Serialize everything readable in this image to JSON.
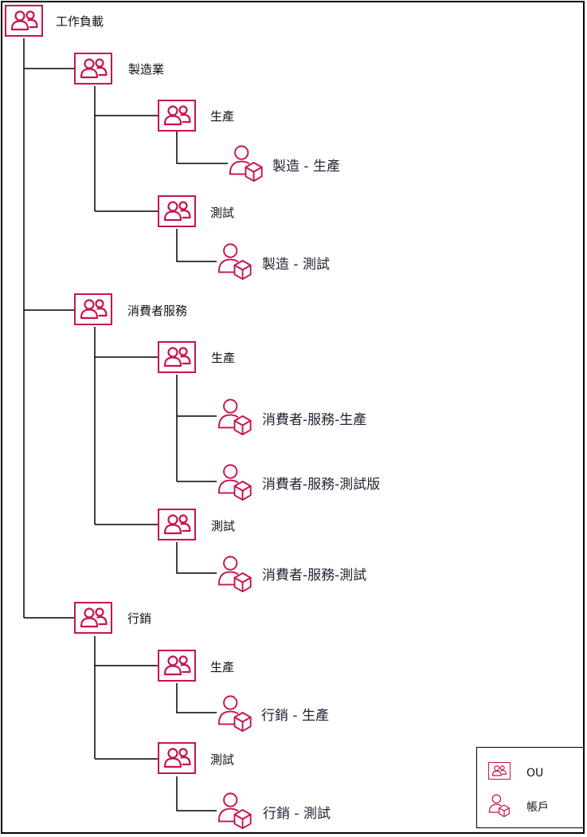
{
  "diagram": {
    "root": {
      "label": "工作負載"
    },
    "ous": [
      {
        "label": "製造業",
        "children": [
          {
            "label": "生產",
            "accounts": [
              "製造 - 生產"
            ]
          },
          {
            "label": "測試",
            "accounts": [
              "製造 - 測試"
            ]
          }
        ]
      },
      {
        "label": "消費者服務",
        "children": [
          {
            "label": "生產",
            "accounts": [
              "消費者-服務-生產",
              "消費者-服務-測試版"
            ]
          },
          {
            "label": "測試",
            "accounts": [
              "消費者-服務-測試"
            ]
          }
        ]
      },
      {
        "label": "行銷",
        "children": [
          {
            "label": "生產",
            "accounts": [
              "行銷 - 生產"
            ]
          },
          {
            "label": "測試",
            "accounts": [
              "行銷 - 測試"
            ]
          }
        ]
      }
    ],
    "legend": {
      "ou_label": "OU",
      "account_label": "帳戶"
    },
    "icons": {
      "ou": "organizational-unit-icon",
      "account": "account-icon"
    },
    "colors": {
      "accent": "#c7134d",
      "line": "#000000",
      "text": "#111111"
    }
  }
}
